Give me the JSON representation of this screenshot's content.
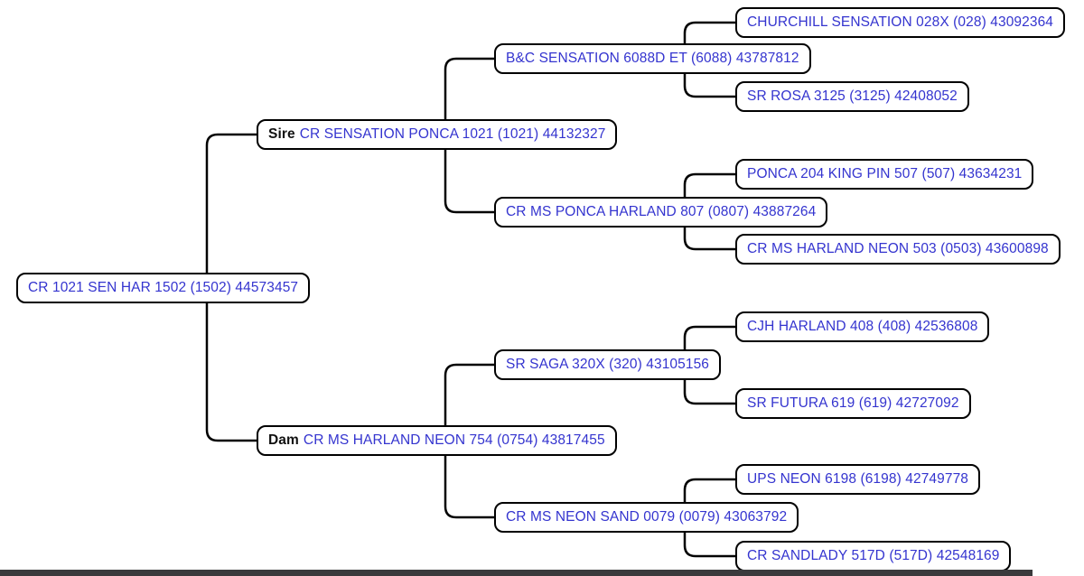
{
  "colors": {
    "link_text": "#3434cf",
    "connector_line": "#000000",
    "node_border": "#000000",
    "node_background": "#ffffff",
    "bottom_bar": "#3a3a3c"
  },
  "pedigree": {
    "subject": {
      "label": "CR 1021 SEN HAR 1502 (1502) 44573457"
    },
    "sire": {
      "prefix": "Sire",
      "label": "CR SENSATION PONCA 1021 (1021) 44132327"
    },
    "dam": {
      "prefix": "Dam",
      "label": "CR MS HARLAND NEON 754 (0754) 43817455"
    },
    "sire_sire": {
      "label": "B&C SENSATION 6088D ET (6088) 43787812"
    },
    "sire_dam": {
      "label": "CR MS PONCA HARLAND 807 (0807) 43887264"
    },
    "dam_sire": {
      "label": "SR SAGA 320X (320) 43105156"
    },
    "dam_dam": {
      "label": "CR MS NEON SAND 0079 (0079) 43063792"
    },
    "sire_sire_sire": {
      "label": "CHURCHILL SENSATION 028X (028) 43092364"
    },
    "sire_sire_dam": {
      "label": "SR ROSA 3125 (3125) 42408052"
    },
    "sire_dam_sire": {
      "label": "PONCA 204 KING PIN 507 (507) 43634231"
    },
    "sire_dam_dam": {
      "label": "CR MS HARLAND NEON 503 (0503) 43600898"
    },
    "dam_sire_sire": {
      "label": "CJH HARLAND 408 (408) 42536808"
    },
    "dam_sire_dam": {
      "label": "SR FUTURA 619 (619) 42727092"
    },
    "dam_dam_sire": {
      "label": "UPS NEON 6198 (6198) 42749778"
    },
    "dam_dam_dam": {
      "label": "CR SANDLADY 517D (517D) 42548169"
    }
  }
}
